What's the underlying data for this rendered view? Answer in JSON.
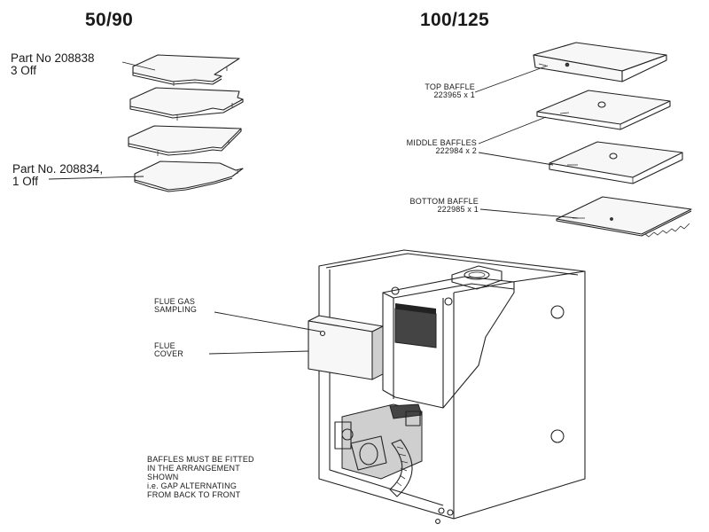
{
  "headings": {
    "left": "50/90",
    "right": "100/125"
  },
  "left_parts": {
    "upper": {
      "line1": "Part No 208838",
      "line2": "3 Off"
    },
    "lower": {
      "line1": "Part No. 208834,",
      "line2": "1 Off"
    }
  },
  "right_parts": {
    "top": {
      "name": "TOP BAFFLE",
      "code": "223965 x 1"
    },
    "middle": {
      "name": "MIDDLE BAFFLES",
      "code": "222984 x 2"
    },
    "bottom": {
      "name": "BOTTOM BAFFLE",
      "code": "222985 x 1"
    }
  },
  "boiler_labels": {
    "flue_gas": {
      "line1": "FLUE GAS",
      "line2": "SAMPLING"
    },
    "flue_cover": {
      "line1": "FLUE",
      "line2": "COVER"
    }
  },
  "note": {
    "line1": "BAFFLES MUST BE FITTED",
    "line2": "IN THE ARRANGEMENT",
    "line3": "SHOWN",
    "line4": "i.e. GAP ALTERNATING",
    "line5": "FROM BACK TO FRONT"
  },
  "colors": {
    "ink": "#222222",
    "background": "#ffffff"
  }
}
